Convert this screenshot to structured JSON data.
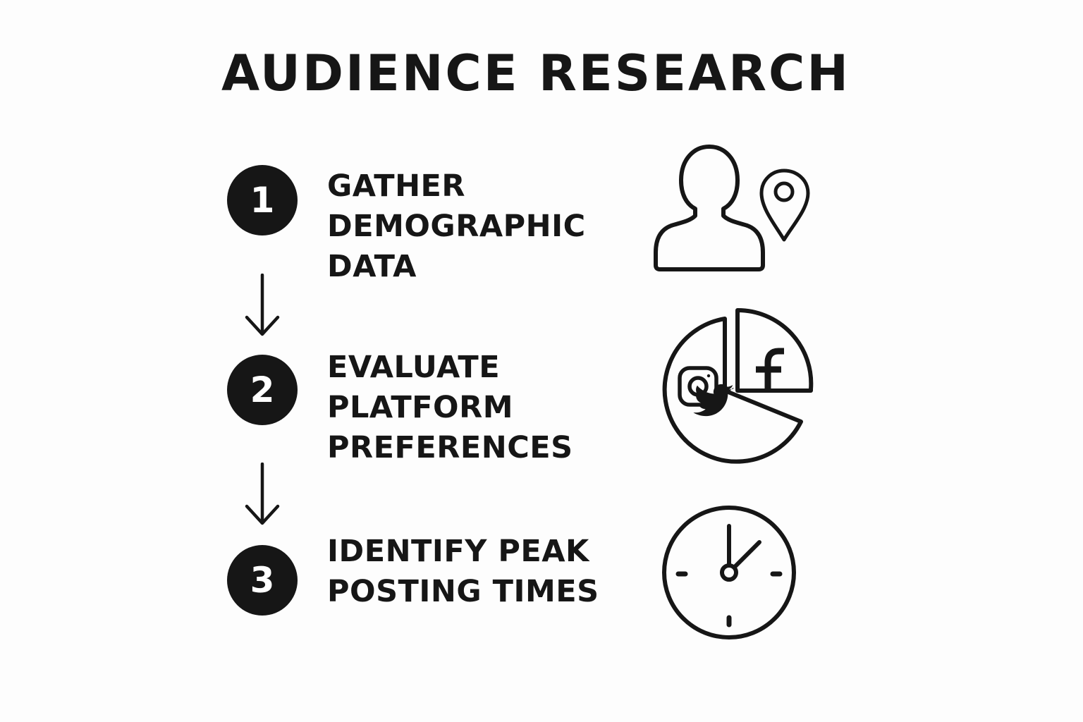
{
  "title": "AUDIENCE RESEARCH",
  "steps": [
    {
      "number": "1",
      "lines": [
        "GATHER",
        "DEMOGRAPHIC",
        "DATA"
      ],
      "icon": "person-location-icon"
    },
    {
      "number": "2",
      "lines": [
        "EVALUATE",
        "PLATFORM",
        "PREFERENCES"
      ],
      "icon": "social-pie-chart-icon"
    },
    {
      "number": "3",
      "lines": [
        "IDENTIFY PEAK",
        "POSTING TIMES"
      ],
      "icon": "clock-icon"
    }
  ],
  "colors": {
    "ink": "#161616",
    "background": "#fdfdfd"
  }
}
